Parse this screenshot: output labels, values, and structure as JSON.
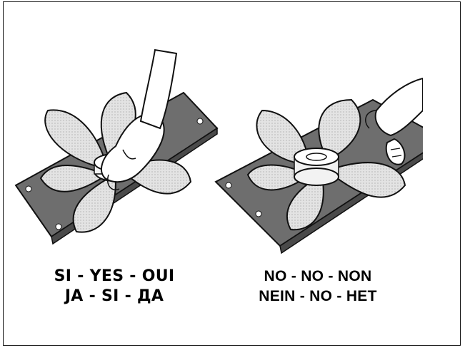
{
  "left_panel": {
    "illustration": "hand-holding-fan-by-hub-icon",
    "verdict": "correct",
    "caption_line1": "SI - YES - OUI",
    "caption_line2": "JA - SI - ДА"
  },
  "right_panel": {
    "illustration": "hand-holding-fan-by-blades-icon",
    "verdict": "incorrect",
    "caption_line1": "NO - NO - NON",
    "caption_line2": "NEIN - NO - НЕТ"
  },
  "colors": {
    "ink": "#111111",
    "blade_fill": "#d9d9d9",
    "plate_fill": "#6e6e6e",
    "skin_fill": "#ffffff"
  }
}
